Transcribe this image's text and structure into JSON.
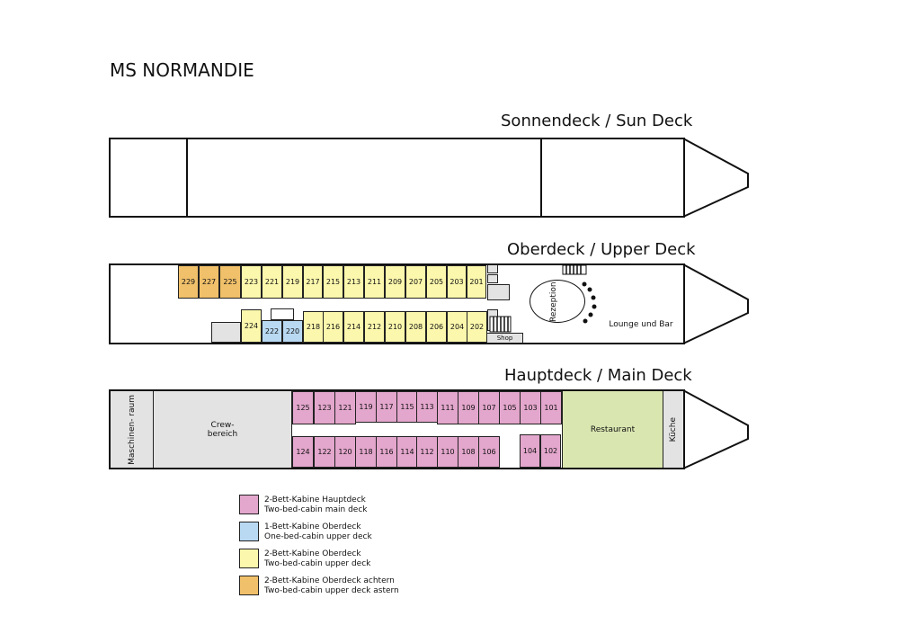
{
  "ship_name": "MS NORMANDIE",
  "colors": {
    "main_two_bed": "#e3a6cc",
    "upper_one_bed": "#b9d9f2",
    "upper_two_bed": "#fbf7ac",
    "upper_astern": "#f0c06a",
    "restaurant_lounge": "#d9e6b0",
    "service_grey": "#e3e3e3"
  },
  "decks": {
    "sun": {
      "title": "Sonnendeck / Sun Deck"
    },
    "upper": {
      "title": "Oberdeck / Upper Deck",
      "top_row": [
        "229",
        "227",
        "225",
        "223",
        "221",
        "219",
        "217",
        "215",
        "213",
        "211",
        "209",
        "207",
        "205",
        "203",
        "201"
      ],
      "bottom_row": [
        "224",
        "222",
        "220",
        "218",
        "216",
        "214",
        "212",
        "210",
        "208",
        "206",
        "204",
        "202"
      ],
      "shop": "Shop",
      "reception": "Rezeption",
      "lounge": "Lounge und Bar"
    },
    "main": {
      "title": "Hauptdeck / Main Deck",
      "top_row": [
        "125",
        "123",
        "121",
        "119",
        "117",
        "115",
        "113",
        "111",
        "109",
        "107",
        "105",
        "103",
        "101"
      ],
      "bottom_row": [
        "124",
        "122",
        "120",
        "118",
        "116",
        "114",
        "112",
        "110",
        "108",
        "106"
      ],
      "bottom_fore": [
        "104",
        "102"
      ],
      "engine_room": "Maschinen- raum",
      "crew_area": "Crew- bereich",
      "restaurant": "Restaurant",
      "kitchen": "Küche"
    }
  },
  "legend": [
    {
      "line1": "2-Bett-Kabine Hauptdeck",
      "line2": "Two-bed-cabin main deck",
      "color": "#e3a6cc"
    },
    {
      "line1": "1-Bett-Kabine Oberdeck",
      "line2": "One-bed-cabin upper deck",
      "color": "#b9d9f2"
    },
    {
      "line1": "2-Bett-Kabine Oberdeck",
      "line2": "Two-bed-cabin upper deck",
      "color": "#fbf7ac"
    },
    {
      "line1": "2-Bett-Kabine Oberdeck achtern",
      "line2": "Two-bed-cabin upper deck astern",
      "color": "#f0c06a"
    }
  ]
}
